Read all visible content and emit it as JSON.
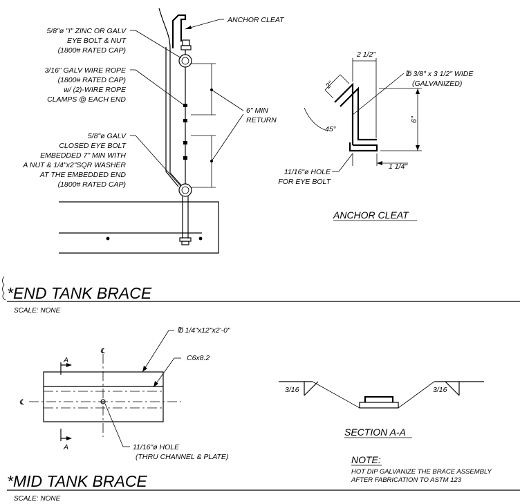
{
  "end_brace": {
    "callouts": {
      "anchor_cleat": "ANCHOR CLEAT",
      "eye_bolt": [
        "5/8\"ø \"I\" ZINC OR GALV",
        "EYE BOLT & NUT",
        "(1800# RATED CAP)"
      ],
      "wire_rope": [
        "3/16\" GALV WIRE ROPE",
        "(1800# RATED CAP)",
        "w/ (2)-WIRE ROPE",
        "CLAMPS @ EACH END"
      ],
      "closed_eye_bolt": [
        "5/8\"ø GALV",
        "CLOSED EYE BOLT",
        "EMBEDDED 7\" MIN WITH",
        "A NUT & 1/4\"x2\"SQR WASHER",
        "AT THE EMBEDDED END",
        "(1800# RATED CAP)"
      ],
      "min_return": [
        "6\" MIN",
        "RETURN"
      ]
    },
    "title_prefix": "*",
    "title": "END TANK BRACE",
    "scale": "SCALE: NONE"
  },
  "anchor_cleat_detail": {
    "dim_top": "2 1/2\"",
    "plate_note": [
      "℔ 3/8\" x 3 1/2\" WIDE",
      "(GALVANIZED)"
    ],
    "dim_2": "2\"",
    "dim_6": "6\"",
    "angle": "45°",
    "dim_1_1_4": "1 1/4\"",
    "hole_note": [
      "11/16\"ø HOLE",
      "FOR EYE BOLT"
    ],
    "title": "ANCHOR CLEAT"
  },
  "mid_brace": {
    "plate_note": "℔ 1/4\"x12\"x2'-0\"",
    "channel_note": "C6x8.2",
    "section_mark": "A",
    "centerline": "℄",
    "hole_note": [
      "11/16\"ø HOLE",
      "(THRU CHANNEL & PLATE)"
    ],
    "title_prefix": "*",
    "title": "MID TANK BRACE",
    "scale": "SCALE: NONE"
  },
  "section_aa": {
    "weld_left": "3/16",
    "weld_right": "3/16",
    "title": "SECTION A-A"
  },
  "note": {
    "heading": "NOTE:",
    "lines": [
      "HOT DIP GALVANIZE THE BRACE ASSEMBLY",
      "AFTER FABRICATION TO ASTM 123"
    ]
  }
}
